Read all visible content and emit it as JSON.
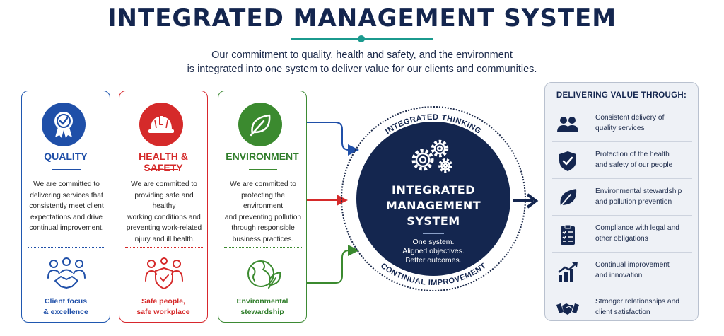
{
  "header": {
    "title": "INTEGRATED MANAGEMENT SYSTEM",
    "subtitle_line1": "Our commitment to quality, health and safety, and the environment",
    "subtitle_line2": "is integrated into one system to deliver value for our clients and communities."
  },
  "colors": {
    "navy": "#14264f",
    "quality": "#1f4fa8",
    "health_safety": "#d52a2a",
    "environment": "#3b8a2f",
    "teal_accent": "#1b9a8e"
  },
  "pillars": [
    {
      "heading": "QUALITY",
      "icon": "award-ribbon-icon",
      "desc_lines": [
        "We are committed to",
        "delivering services that",
        "consistently meet client",
        "expectations and drive",
        "continual improvement."
      ],
      "bottom_icon": "client-handshake-people-icon",
      "bottom_lines": [
        "Client focus",
        "& excellence"
      ]
    },
    {
      "heading": "HEALTH & SAFETY",
      "icon": "hard-hat-icon",
      "desc_lines": [
        "We are committed to",
        "providing safe and healthy",
        "working conditions and",
        "preventing work-related",
        "injury and ill health."
      ],
      "bottom_icon": "team-shield-icon",
      "bottom_lines": [
        "Safe people,",
        "safe workplace"
      ]
    },
    {
      "heading": "ENVIRONMENT",
      "icon": "leaf-icon",
      "desc_lines": [
        "We are committed to",
        "protecting the environment",
        "and preventing pollution",
        "through responsible",
        "business practices."
      ],
      "bottom_icon": "globe-leaf-icon",
      "bottom_lines": [
        "Environmental",
        "stewardship"
      ]
    }
  ],
  "hub": {
    "ring_top": "INTEGRATED THINKING",
    "ring_bottom": "CONTINUAL IMPROVEMENT",
    "title_lines": [
      "INTEGRATED",
      "MANAGEMENT",
      "SYSTEM"
    ],
    "tagline_lines": [
      "One system.",
      "Aligned objectives.",
      "Better outcomes."
    ],
    "icon": "gears-icon"
  },
  "value_panel": {
    "title": "DELIVERING VALUE THROUGH:",
    "items": [
      {
        "icon": "people-icon",
        "lines": [
          "Consistent delivery of",
          "quality services"
        ]
      },
      {
        "icon": "shield-check-icon",
        "lines": [
          "Protection of the health",
          "and safety of our people"
        ]
      },
      {
        "icon": "leaf-icon",
        "lines": [
          "Environmental stewardship",
          "and pollution prevention"
        ]
      },
      {
        "icon": "clipboard-checklist-icon",
        "lines": [
          "Compliance with legal and",
          "other obligations"
        ]
      },
      {
        "icon": "growth-chart-icon",
        "lines": [
          "Continual improvement",
          "and innovation"
        ]
      },
      {
        "icon": "handshake-icon",
        "lines": [
          "Stronger relationships and",
          "client satisfaction"
        ]
      }
    ]
  }
}
